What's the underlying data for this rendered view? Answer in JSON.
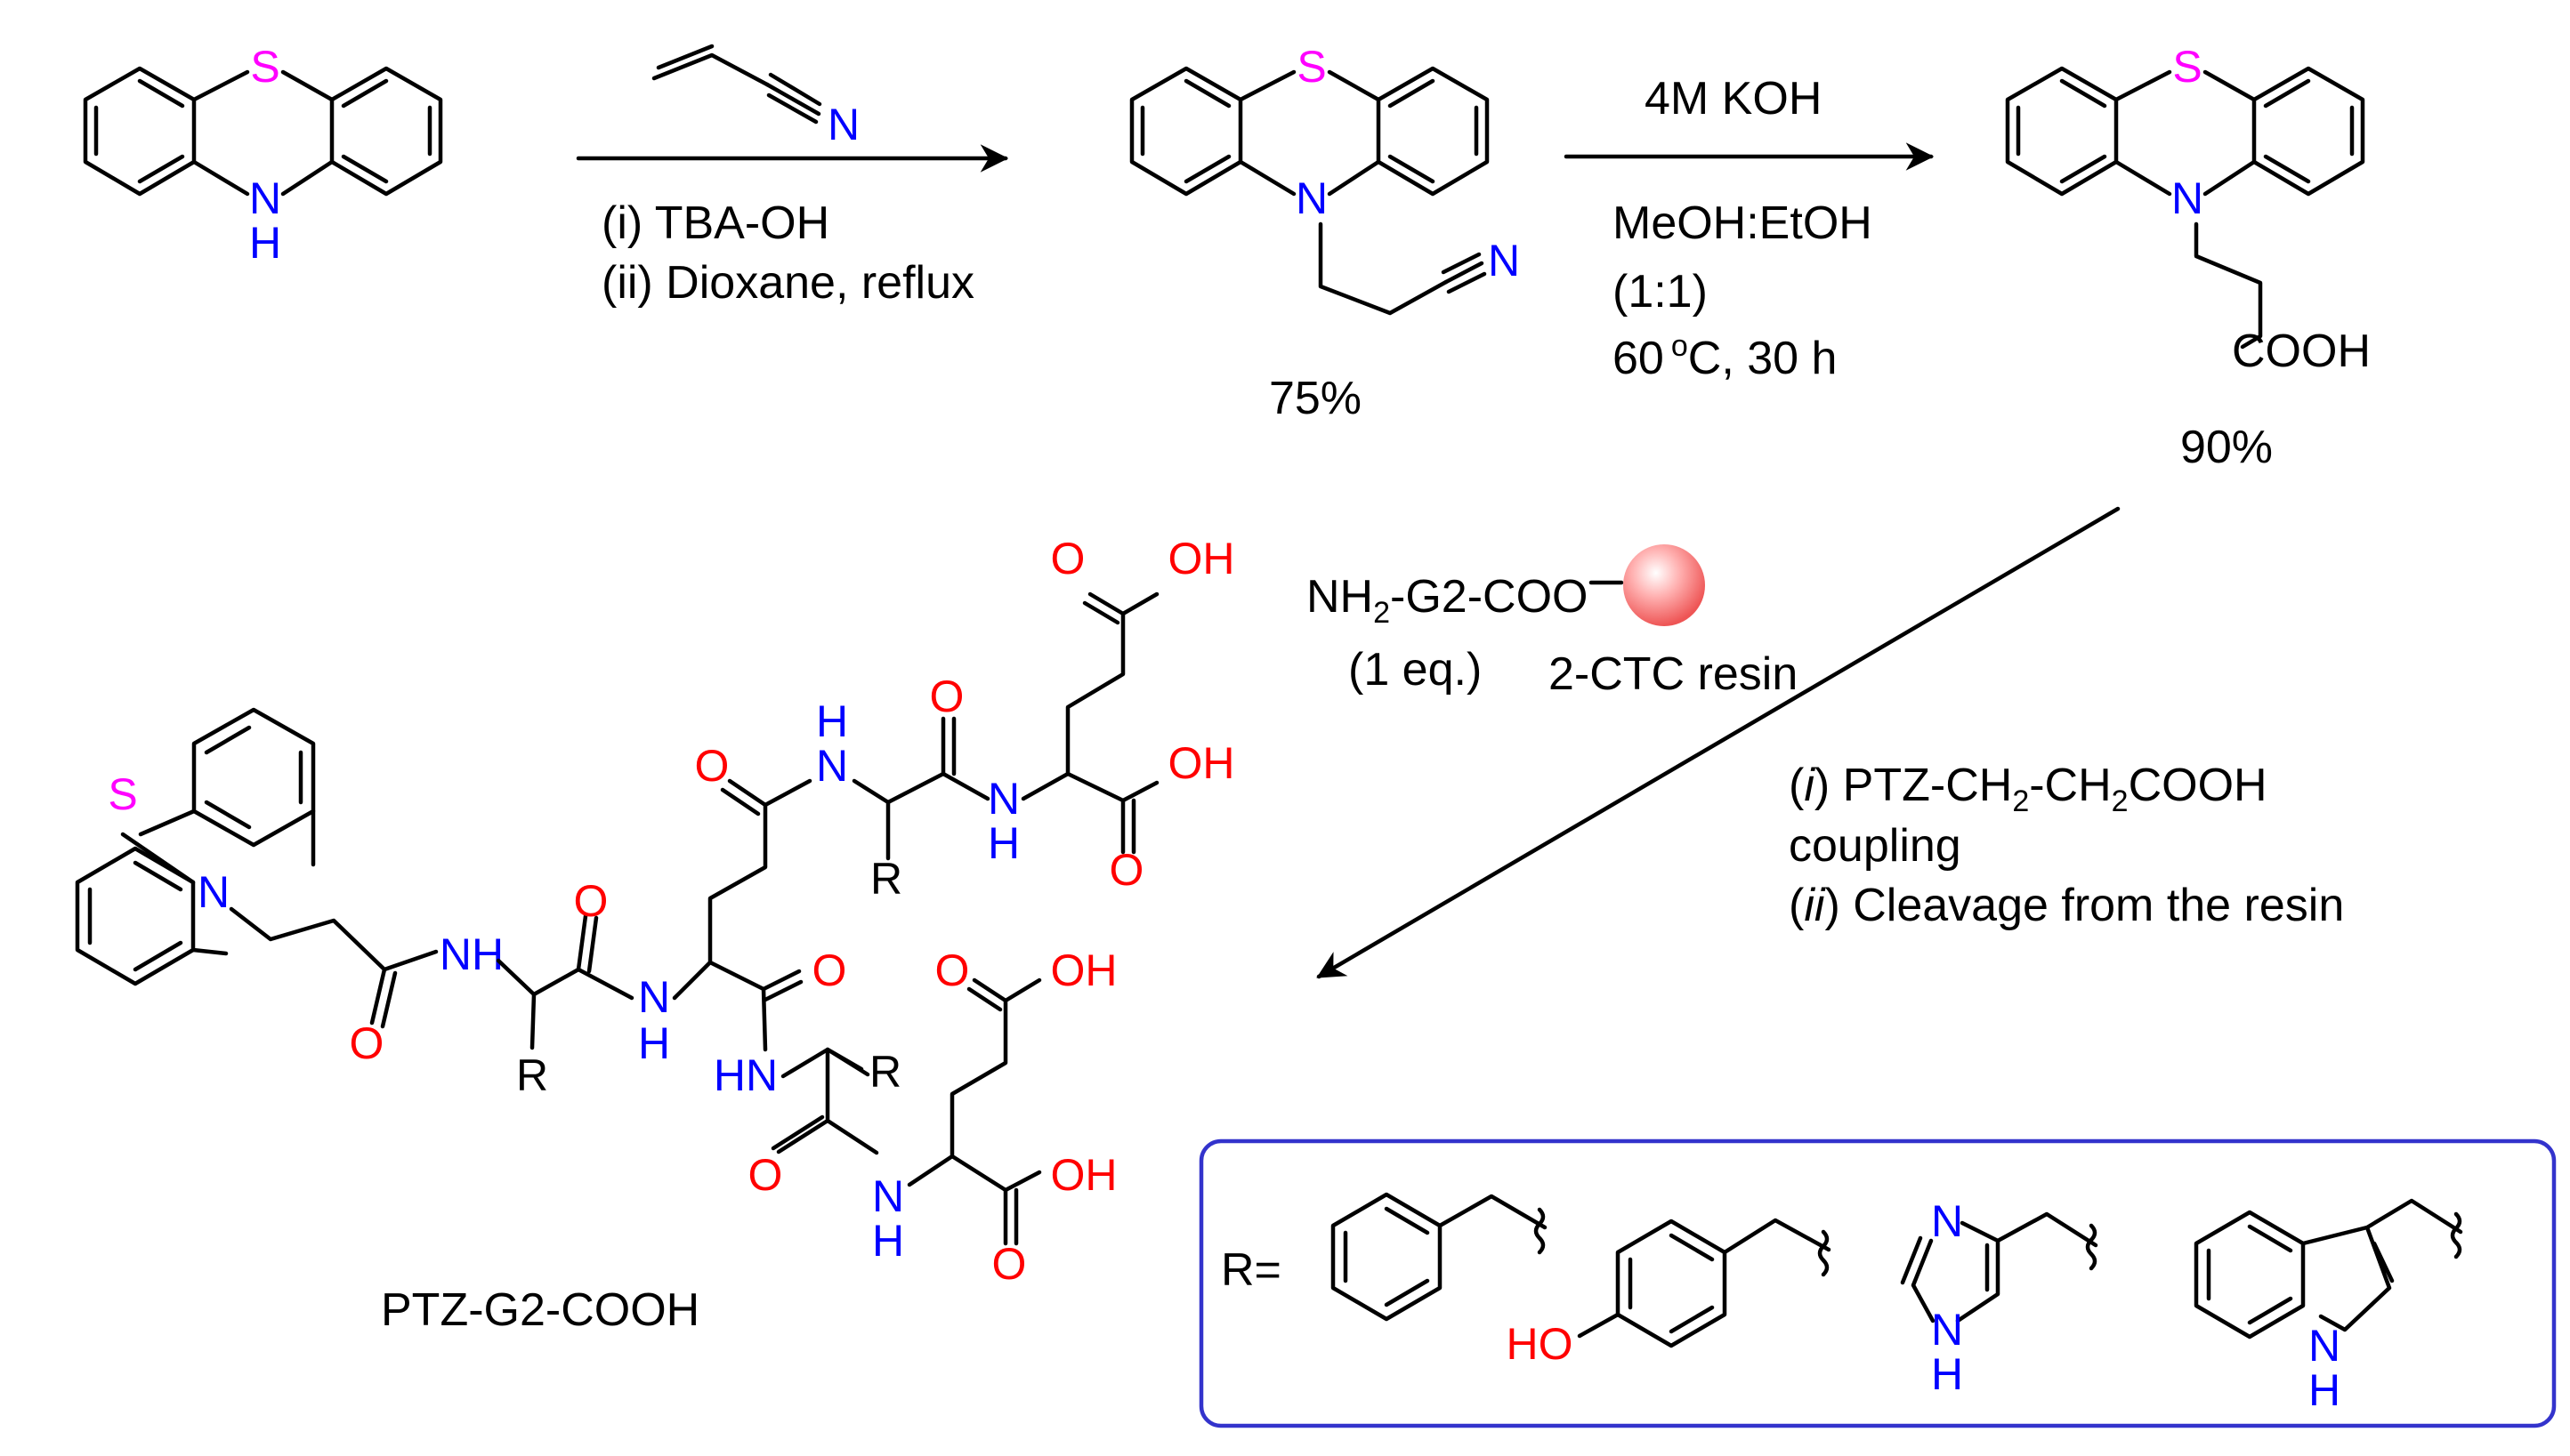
{
  "atoms": {
    "S": "S",
    "N": "N",
    "NH": "NH",
    "HN": "HN",
    "H": "H",
    "O": "O",
    "OH": "OH",
    "HO": "HO",
    "R": "R",
    "COOH": "COOH"
  },
  "reactions": {
    "step1": {
      "reagent1": "(i) TBA-OH",
      "reagent2": "(ii) Dioxane, reflux"
    },
    "step2": {
      "reagent1": "4M KOH",
      "reagent2": "MeOH:EtOH",
      "reagent3": "(1:1)",
      "temp": "60",
      "deg": "o",
      "temp_rest": "C, 30 h"
    },
    "step3": {
      "nh2": "NH",
      "sub2": "2",
      "resin_chain": "-G2-COO",
      "eq": "(1 eq.)",
      "resin": "2-CTC resin",
      "line1_i": "i",
      "line1_rest": " PTZ-CH",
      "line1_mid": "-CH",
      "line1_end": "COOH",
      "line2": "coupling",
      "line3_ii": "ii",
      "line3_rest": " Cleavage from the resin",
      "paren_open": "(",
      "paren_close": ")"
    }
  },
  "yields": {
    "nitrile": "75%",
    "acid": "90%"
  },
  "product_name": "PTZ-G2-COOH",
  "r_group_label": "R=",
  "colors": {
    "nitrogen": "#0000ff",
    "oxygen": "#ff0000",
    "sulfur": "#ff00ff",
    "box": "#3333cc",
    "resin_bead": "#ff6f6f"
  }
}
